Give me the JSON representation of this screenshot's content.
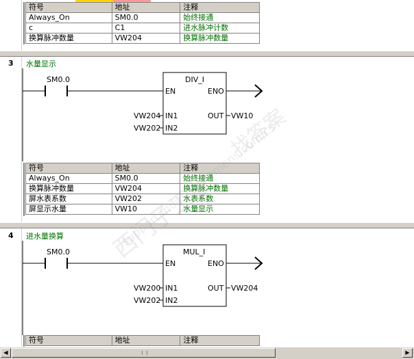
{
  "tables": [
    {
      "header": [
        "符号",
        "地址",
        "注释"
      ],
      "rows": [
        [
          "Always_On",
          "SM0.0",
          "始终接通"
        ],
        [
          "c",
          "C1",
          "进水脉冲计数"
        ],
        [
          "换算脉冲数量",
          "VW204",
          "换算脉冲数量"
        ]
      ]
    },
    {
      "header": [
        "符号",
        "地址",
        "注释"
      ],
      "rows": [
        [
          "Always_On",
          "SM0.0",
          "始终接通"
        ],
        [
          "换算脉冲数量",
          "VW204",
          "换算脉冲数量"
        ],
        [
          "屏水表系数",
          "VW202",
          "水表系数"
        ],
        [
          "屏显示水量",
          "VW10",
          "水量显示"
        ]
      ]
    },
    {
      "header": [
        "符号",
        "地址",
        "注释"
      ],
      "rows": []
    }
  ],
  "networks": [
    {
      "number": "3",
      "title": "水量显示",
      "contact": "SM0.0",
      "block": {
        "name": "DIV_I",
        "en": "EN",
        "eno": "ENO",
        "in1": "IN1",
        "in2": "IN2",
        "out": "OUT"
      },
      "in1_operand": "VW204",
      "in2_operand": "VW202",
      "out_operand": "VW10"
    },
    {
      "number": "4",
      "title": "进水量换算",
      "contact": "SM0.0",
      "block": {
        "name": "MUL_I",
        "en": "EN",
        "eno": "ENO",
        "in1": "IN1",
        "in2": "IN2",
        "out": "OUT"
      },
      "in1_operand": "VW200",
      "in2_operand": "VW202",
      "out_operand": "VW204"
    }
  ],
  "watermark": {
    "line1": "西门子工业",
    "line2": "support.industry.siemens.com/cs",
    "line3": "找答案"
  },
  "colors": {
    "comment_green": "#007000",
    "panel_gray": "#d4d0c8"
  }
}
